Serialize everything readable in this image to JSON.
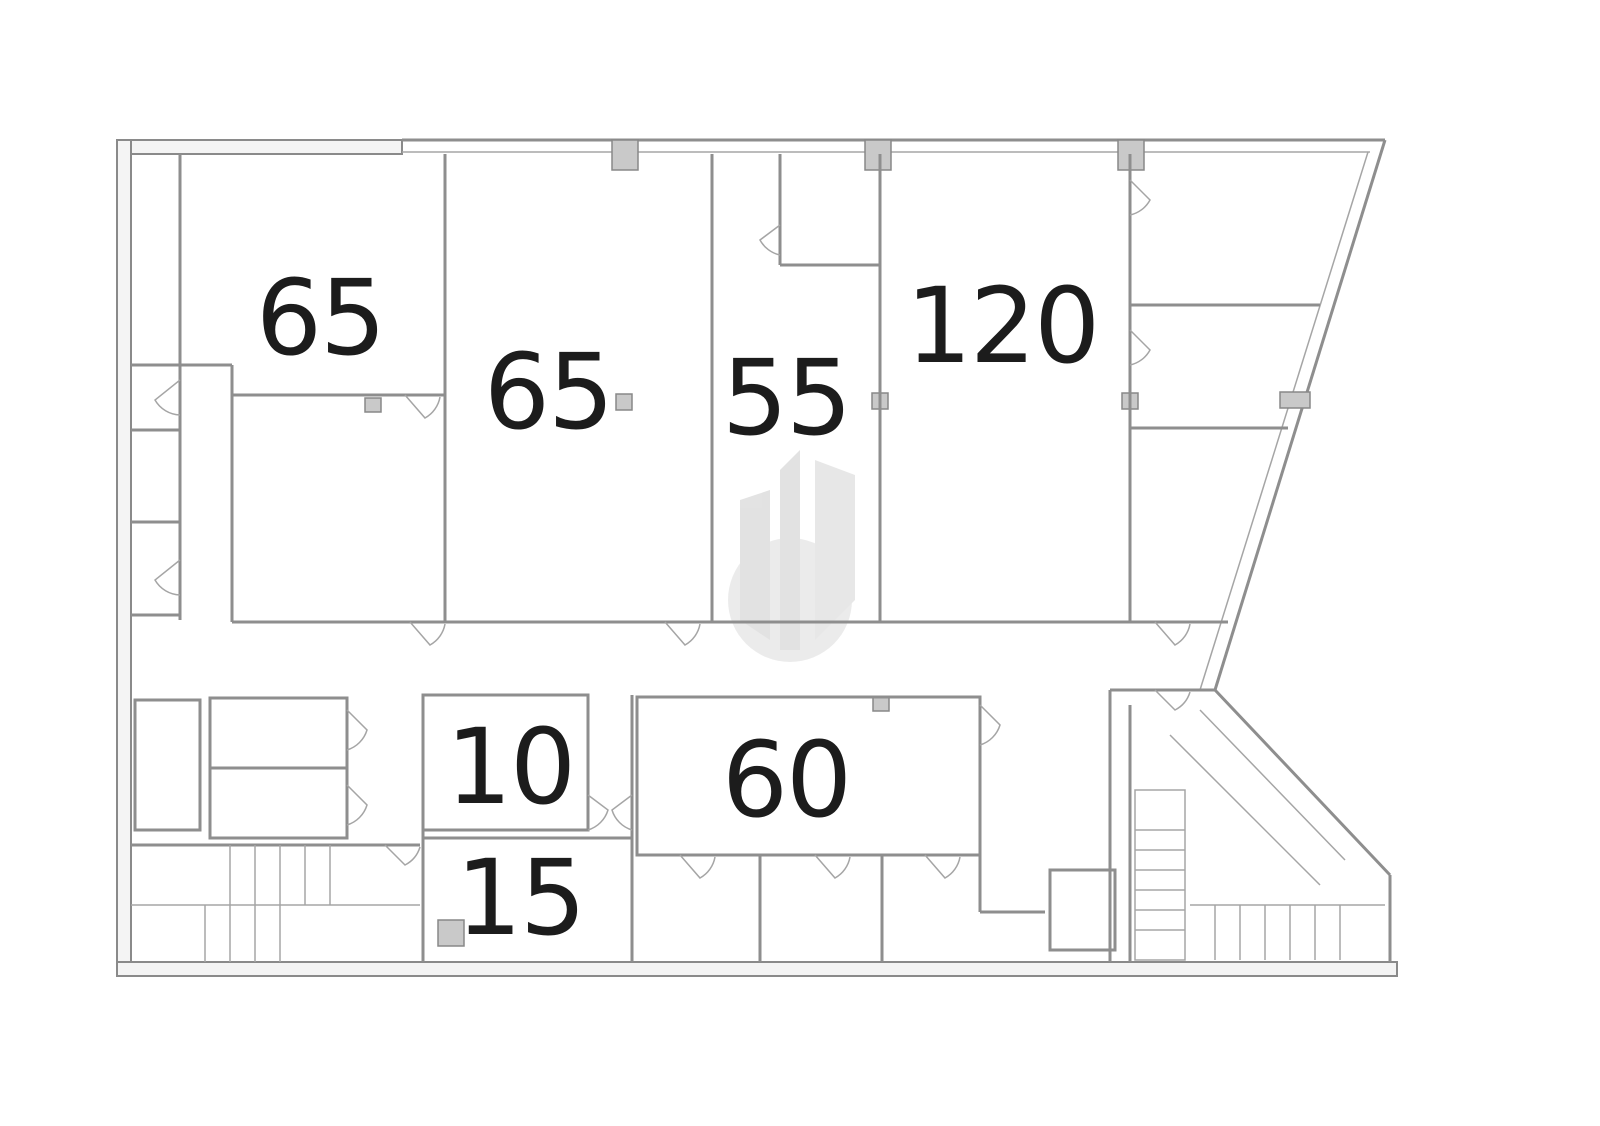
{
  "floor_plan": {
    "rooms": [
      {
        "id": "room-a",
        "area": "65"
      },
      {
        "id": "room-b",
        "area": "65"
      },
      {
        "id": "room-c",
        "area": "55"
      },
      {
        "id": "room-d",
        "area": "120"
      },
      {
        "id": "room-e",
        "area": "10"
      },
      {
        "id": "room-f",
        "area": "60"
      },
      {
        "id": "room-g",
        "area": "15"
      }
    ],
    "colors": {
      "wall": "#8a8a8a",
      "text": "#1c1c1c",
      "column": "#c9c9c9"
    }
  }
}
